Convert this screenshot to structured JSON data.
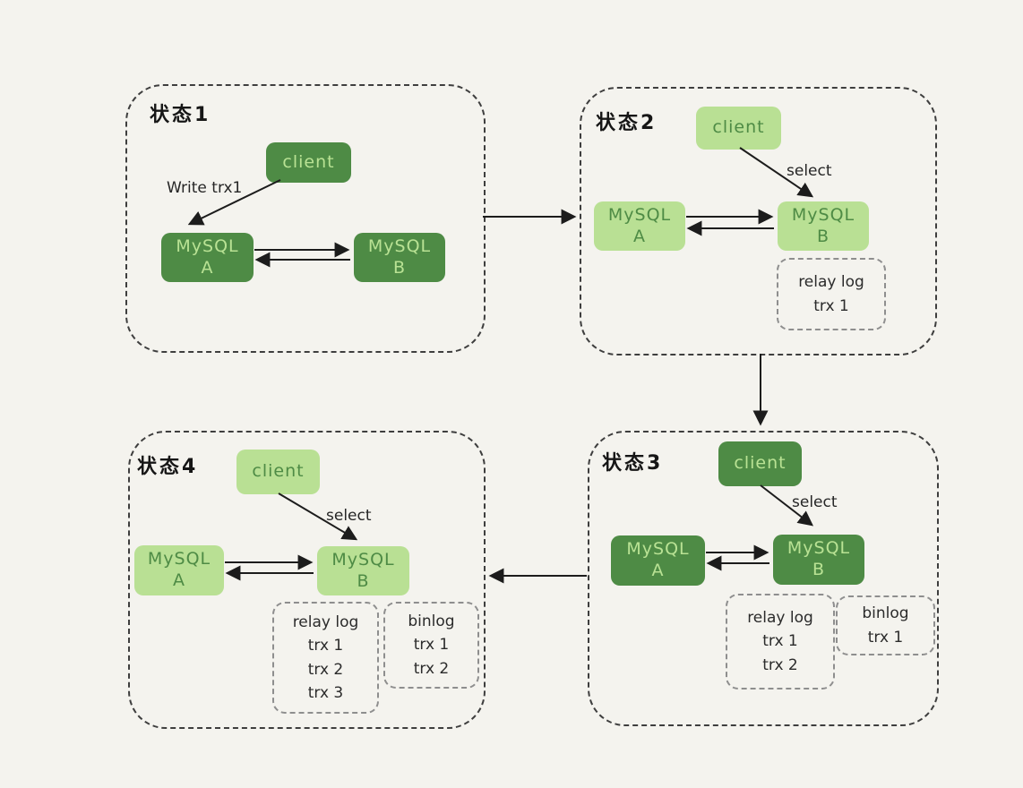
{
  "diagram": {
    "type": "mysql-replication-states-flow",
    "background_color": "#f4f3ee",
    "colors": {
      "box_dark_green": "#4e8b45",
      "box_light_green": "#b9e094",
      "text_on_dark": "#b9e294",
      "text_on_light": "#4e8b45",
      "panel_border": "#3e3e3e",
      "log_box_border": "#8e8e8e",
      "arrow": "#1c1c1c"
    },
    "flow_order": [
      "状态1",
      "状态2",
      "状态3",
      "状态4"
    ]
  },
  "panels": [
    {
      "id": "state-1",
      "title": "状态1",
      "client_label": "client",
      "edge_label": "Write trx1",
      "mysql_a_line1": "MySQL",
      "mysql_a_line2": "A",
      "mysql_b_line1": "MySQL",
      "mysql_b_line2": "B"
    },
    {
      "id": "state-2",
      "title": "状态2",
      "client_label": "client",
      "edge_label": "select",
      "mysql_a_line1": "MySQL",
      "mysql_a_line2": "A",
      "mysql_b_line1": "MySQL",
      "mysql_b_line2": "B",
      "relay_log": {
        "title": "relay log",
        "entries": [
          "trx 1"
        ]
      }
    },
    {
      "id": "state-3",
      "title": "状态3",
      "client_label": "client",
      "edge_label": "select",
      "mysql_a_line1": "MySQL",
      "mysql_a_line2": "A",
      "mysql_b_line1": "MySQL",
      "mysql_b_line2": "B",
      "relay_log": {
        "title": "relay log",
        "entries": [
          "trx 1",
          "trx 2"
        ]
      },
      "binlog": {
        "title": "binlog",
        "entries": [
          "trx 1"
        ]
      }
    },
    {
      "id": "state-4",
      "title": "状态4",
      "client_label": "client",
      "edge_label": "select",
      "mysql_a_line1": "MySQL",
      "mysql_a_line2": "A",
      "mysql_b_line1": "MySQL",
      "mysql_b_line2": "B",
      "relay_log": {
        "title": "relay log",
        "entries": [
          "trx 1",
          "trx 2",
          "trx 3"
        ]
      },
      "binlog": {
        "title": "binlog",
        "entries": [
          "trx 1",
          "trx 2"
        ]
      }
    }
  ]
}
